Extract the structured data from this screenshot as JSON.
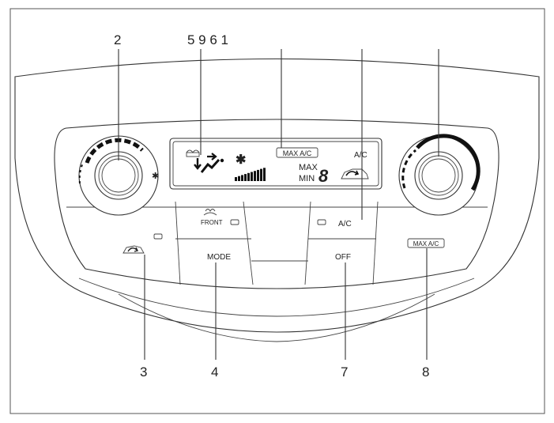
{
  "callouts": {
    "c2": "2",
    "c5961": "5 9 6 1",
    "c3": "3",
    "c4": "4",
    "c7": "7",
    "c8": "8"
  },
  "display": {
    "max_ac": "MAX A/C",
    "ac": "A/C",
    "max": "MAX",
    "min": "MIN",
    "digit": "8"
  },
  "buttons": {
    "front_label": "FRONT",
    "ac_label": "A/C",
    "mode_label": "MODE",
    "off_label": "OFF",
    "max_ac_label": "MAX A/C"
  },
  "icons": {
    "rear_defrost": "rear-defrost-icon",
    "airflow": "airflow-icon",
    "fan": "fan-icon",
    "fan_level": "fan-level-icon",
    "recirculation": "recirculation-icon",
    "front_defrost": "front-defrost-icon",
    "air_recirc_button": "air-recirculation-icon"
  }
}
